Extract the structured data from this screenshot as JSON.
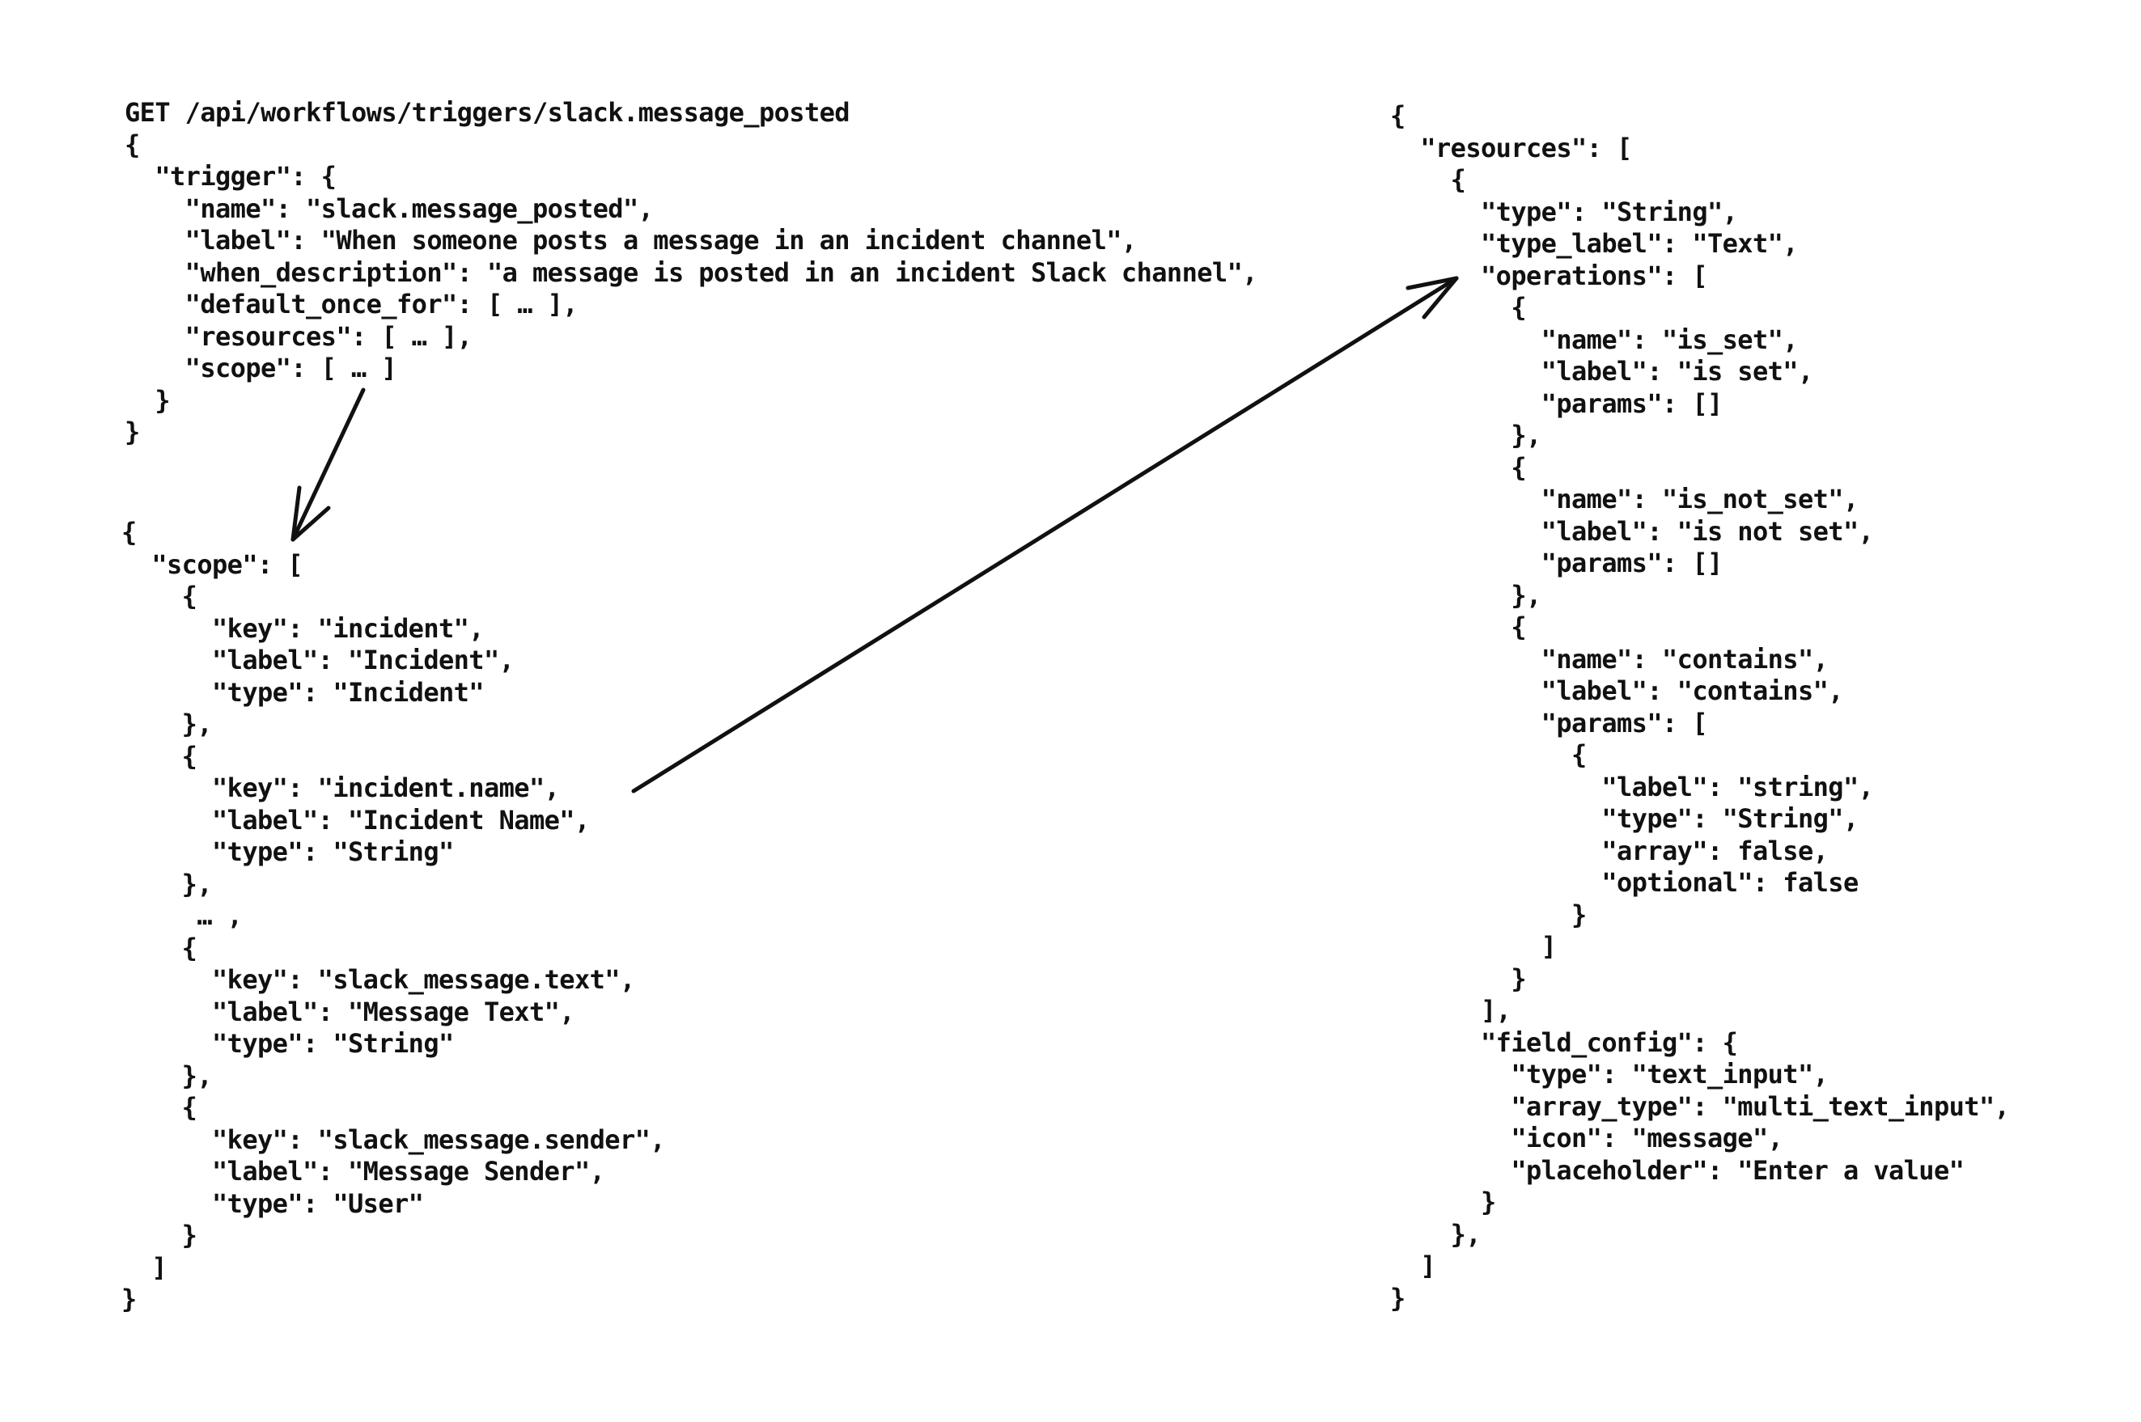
{
  "colors": {
    "background": "#ffffff",
    "ink": "#111111"
  },
  "request_block": {
    "lines": [
      "GET /api/workflows/triggers/slack.message_posted",
      "{",
      "  \"trigger\": {",
      "    \"name\": \"slack.message_posted\",",
      "    \"label\": \"When someone posts a message in an incident channel\",",
      "    \"when_description\": \"a message is posted in an incident Slack channel\",",
      "    \"default_once_for\": [ … ],",
      "    \"resources\": [ … ],",
      "    \"scope\": [ … ]",
      "  }",
      "}"
    ]
  },
  "scope_block": {
    "lines": [
      "{",
      "  \"scope\": [",
      "    {",
      "      \"key\": \"incident\",",
      "      \"label\": \"Incident\",",
      "      \"type\": \"Incident\"",
      "    },",
      "    {",
      "      \"key\": \"incident.name\",",
      "      \"label\": \"Incident Name\",",
      "      \"type\": \"String\"",
      "    },",
      "     … ,",
      "    {",
      "      \"key\": \"slack_message.text\",",
      "      \"label\": \"Message Text\",",
      "      \"type\": \"String\"",
      "    },",
      "    {",
      "      \"key\": \"slack_message.sender\",",
      "      \"label\": \"Message Sender\",",
      "      \"type\": \"User\"",
      "    }",
      "  ]",
      "}"
    ]
  },
  "resources_block": {
    "lines": [
      "{",
      "  \"resources\": [",
      "    {",
      "      \"type\": \"String\",",
      "      \"type_label\": \"Text\",",
      "      \"operations\": [",
      "        {",
      "          \"name\": \"is_set\",",
      "          \"label\": \"is set\",",
      "          \"params\": []",
      "        },",
      "        {",
      "          \"name\": \"is_not_set\",",
      "          \"label\": \"is not set\",",
      "          \"params\": []",
      "        },",
      "        {",
      "          \"name\": \"contains\",",
      "          \"label\": \"contains\",",
      "          \"params\": [",
      "            {",
      "              \"label\": \"string\",",
      "              \"type\": \"String\",",
      "              \"array\": false,",
      "              \"optional\": false",
      "            }",
      "          ]",
      "        }",
      "      ],",
      "      \"field_config\": {",
      "        \"type\": \"text_input\",",
      "        \"array_type\": \"multi_text_input\",",
      "        \"icon\": \"message\",",
      "        \"placeholder\": \"Enter a value\"",
      "      }",
      "    },",
      "  ]",
      "}"
    ]
  }
}
